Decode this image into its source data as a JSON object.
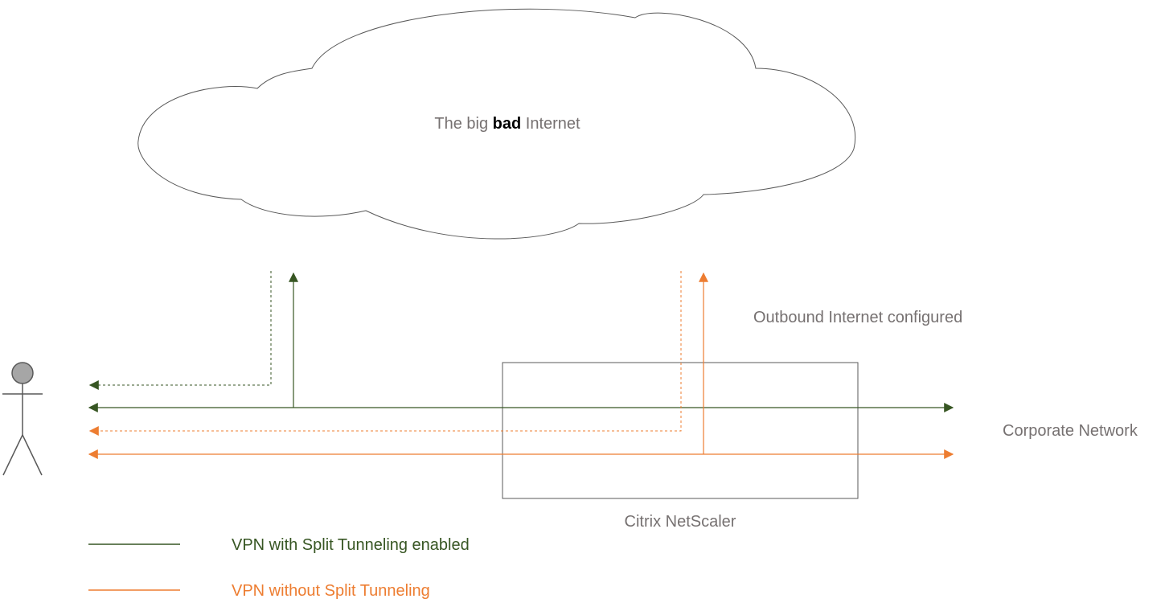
{
  "cloud": {
    "text_before": "The big ",
    "text_bold": "bad",
    "text_after": " Internet"
  },
  "labels": {
    "outbound": "Outbound Internet configured",
    "corporate": "Corporate Network",
    "netscaler": "Citrix NetScaler"
  },
  "legend": {
    "split": "VPN with Split Tunneling enabled",
    "nosplit": "VPN without Split Tunneling"
  },
  "colors": {
    "green": "#375623",
    "orange": "#ED7D31",
    "gray_text": "#767171",
    "outline": "#595959",
    "person_fill": "#A6A6A6"
  },
  "icons": {
    "user": "person-icon",
    "internet": "cloud-icon"
  }
}
